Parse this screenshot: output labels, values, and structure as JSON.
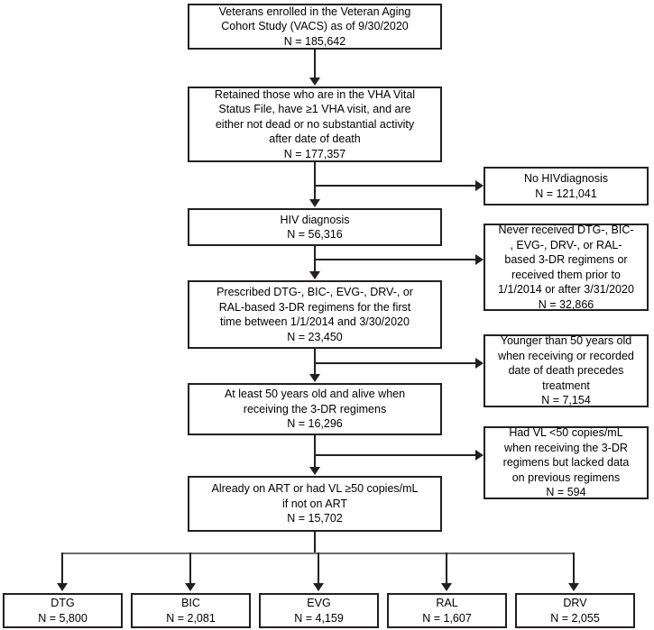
{
  "diagram": {
    "title": "Study cohort selection flow diagram",
    "type": "flowchart",
    "colors": {
      "box_border": "#231f20",
      "connector": "#231f20",
      "bracket": "#6d6e71",
      "background": "#ffffff",
      "text": "#000000"
    }
  },
  "main_steps": [
    {
      "id": "enrolled",
      "text": "Veterans enrolled in the Veteran Aging\nCohort Study (VACS) as of 9/30/2020\nN = 185,642",
      "n": "185,642"
    },
    {
      "id": "retained",
      "text": "Retained those who are in the VHA Vital\nStatus File, have ≥1 VHA visit, and are\neither not dead or no substantial activity\nafter date of death\nN = 177,357",
      "n": "177,357"
    },
    {
      "id": "hiv-diagnosis",
      "text": "HIV diagnosis\nN = 56,316",
      "n": "56,316"
    },
    {
      "id": "prescribed-3dr",
      "text": "Prescribed DTG-, BIC-, EVG-, DRV-, or\nRAL-based 3-DR regimens for the first\ntime between 1/1/2014 and 3/30/2020\nN = 23,450",
      "n": "23,450"
    },
    {
      "id": "age-alive",
      "text": "At least 50 years old and alive when\nreceiving the 3-DR regimens\nN = 16,296",
      "n": "16,296"
    },
    {
      "id": "art-vl",
      "text": "Already on ART or had VL ≥50 copies/mL\nif not on ART\nN = 15,702",
      "n": "15,702"
    }
  ],
  "exclusions": [
    {
      "id": "no-hiv-diagnosis",
      "text": "No HIVdiagnosis\nN = 121,041",
      "n": "121,041"
    },
    {
      "id": "never-received-3dr",
      "text": "Never received DTG-, BIC-\n, EVG-, DRV-, or RAL-\nbased 3-DR regimens or\nreceived them prior to\n1/1/2014 or after 3/31/2020\nN = 32,866",
      "n": "32,866"
    },
    {
      "id": "younger-than-50",
      "text": "Younger than 50 years old\nwhen receiving or recorded\ndate of death precedes\ntreatment\nN = 7,154",
      "n": "7,154"
    },
    {
      "id": "vl-under-50",
      "text": "Had VL <50 copies/mL\nwhen receiving the 3-DR\nregimens but lacked data\non previous regimens\nN = 594",
      "n": "594"
    }
  ],
  "regimen_groups": [
    {
      "id": "dtg",
      "text": "DTG\nN = 5,800",
      "label": "DTG",
      "n": "5,800"
    },
    {
      "id": "bic",
      "text": "BIC\nN = 2,081",
      "label": "BIC",
      "n": "2,081"
    },
    {
      "id": "evg",
      "text": "EVG\nN = 4,159",
      "label": "EVG",
      "n": "4,159"
    },
    {
      "id": "ral",
      "text": "RAL\nN = 1,607",
      "label": "RAL",
      "n": "1,607"
    },
    {
      "id": "drv",
      "text": "DRV\nN = 2,055",
      "label": "DRV",
      "n": "2,055"
    }
  ]
}
